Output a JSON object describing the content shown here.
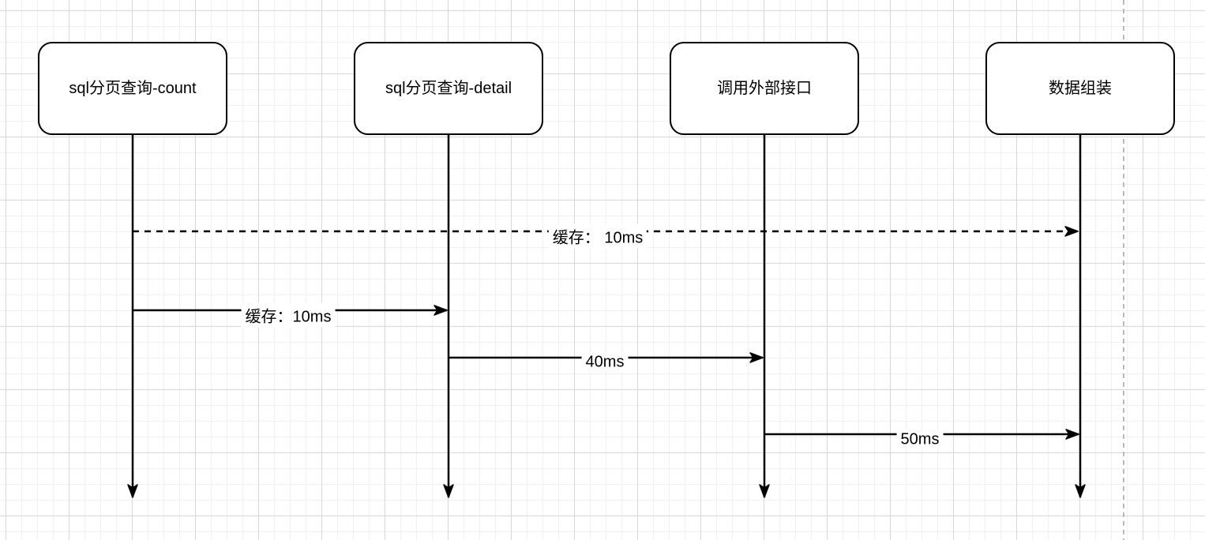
{
  "canvas": {
    "background_color": "#ffffff",
    "grid_minor_color": "#f0f0f0",
    "grid_major_color": "#d7d7d7",
    "page_break_color": "#b9b9b9",
    "stroke_color": "#000000"
  },
  "diagram": {
    "actors": [
      {
        "label": "sql分页查询-count"
      },
      {
        "label": "sql分页查询-detail"
      },
      {
        "label": "调用外部接口"
      },
      {
        "label": "数据组装"
      }
    ],
    "messages": [
      {
        "label": "缓存： 10ms",
        "from": "sql分页查询-count",
        "to": "数据组装",
        "line": "dashed"
      },
      {
        "label": "缓存：10ms",
        "from": "sql分页查询-count",
        "to": "sql分页查询-detail",
        "line": "solid"
      },
      {
        "label": "40ms",
        "from": "sql分页查询-detail",
        "to": "调用外部接口",
        "line": "solid"
      },
      {
        "label": "50ms",
        "from": "调用外部接口",
        "to": "数据组装",
        "line": "solid"
      }
    ]
  }
}
